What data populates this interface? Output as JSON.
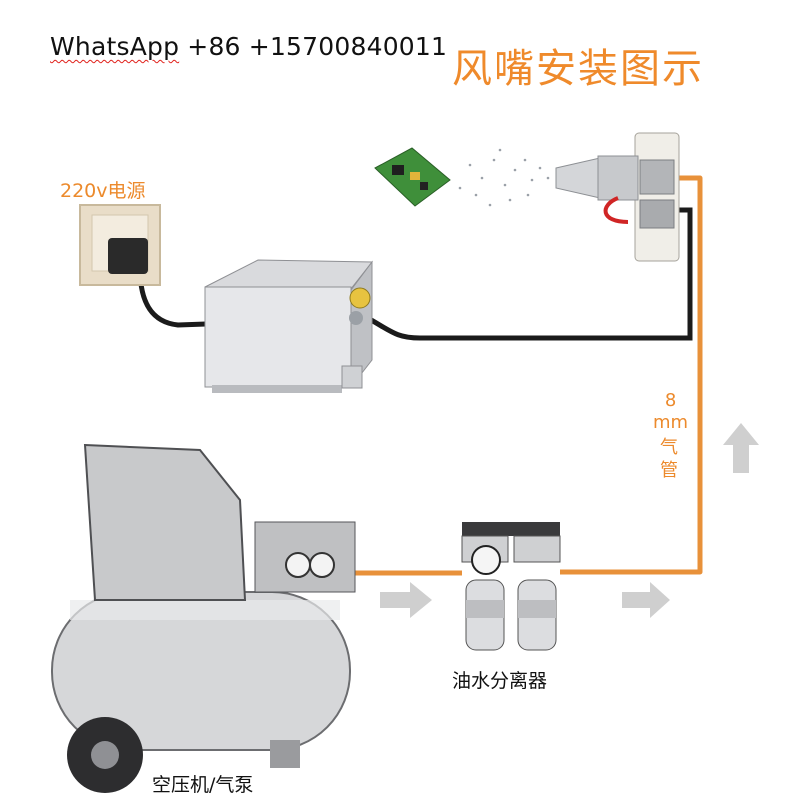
{
  "header": {
    "contact_app": "WhatsApp",
    "contact_number": " +86 +15700840011",
    "title": "风嘴安装图示"
  },
  "labels": {
    "power": "220v电源",
    "tube_size": "8\nmm",
    "tube_text": "气\n管",
    "separator": "油水分离器",
    "compressor": "空压机/气泵"
  },
  "colors": {
    "accent_orange": "#ec8a2c",
    "air_tube": "#e8913a",
    "cable": "#1b1b1b",
    "arrow": "#cfcfcf"
  }
}
